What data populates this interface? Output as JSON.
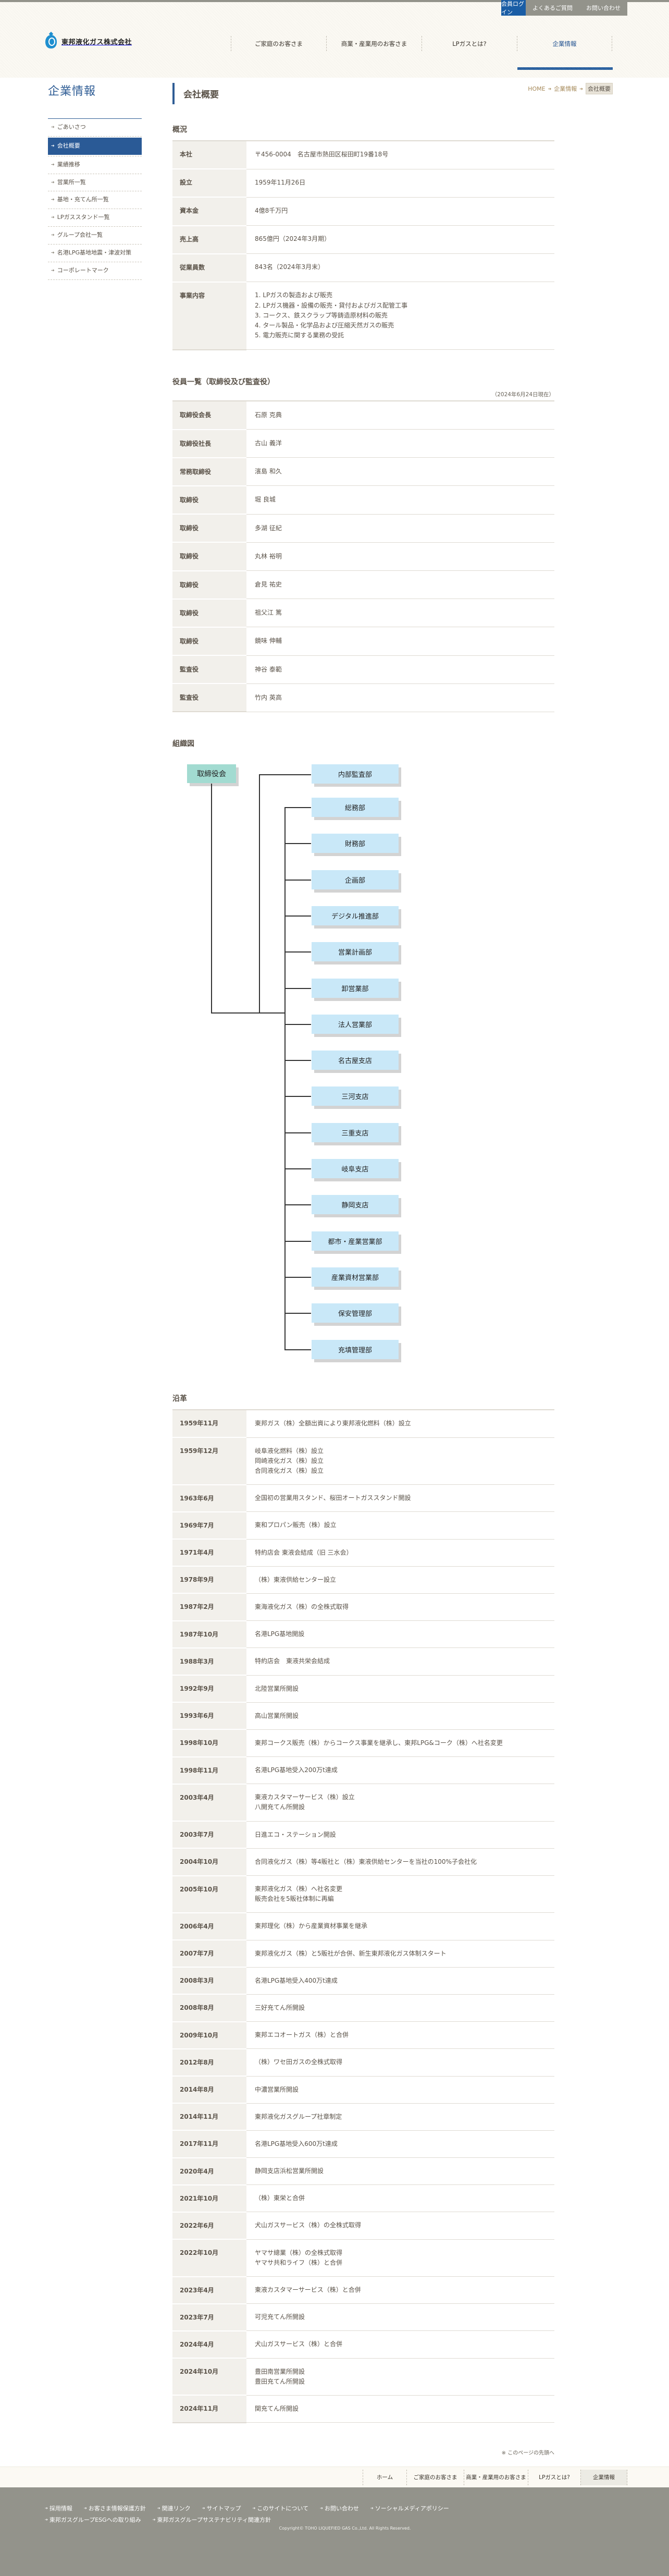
{
  "brand": {
    "name": "東邦液化ガス株式会社",
    "accent": "#2a5a96",
    "login_color": "#1a5da5"
  },
  "util_nav": {
    "login": "会員ログイン",
    "faq": "よくあるご質問",
    "contact": "お問い合わせ"
  },
  "global_nav": [
    "ご家庭のお客さま",
    "商業・産業用のお客さま",
    "LPガスとは?",
    "企業情報"
  ],
  "breadcrumb": {
    "home": "HOME",
    "section": "企業情報",
    "current": "会社概要"
  },
  "sidebar": {
    "title": "企業情報",
    "items": [
      {
        "label": "ごあいさつ",
        "active": false
      },
      {
        "label": "会社概要",
        "active": true
      },
      {
        "label": "業績推移",
        "active": false
      },
      {
        "label": "営業所一覧",
        "active": false
      },
      {
        "label": "基地・充てん所一覧",
        "active": false
      },
      {
        "label": "LPガススタンド一覧",
        "active": false
      },
      {
        "label": "グループ会社一覧",
        "active": false
      },
      {
        "label": "名港LPG基地地震・津波対策",
        "active": false
      },
      {
        "label": "コーポレートマーク",
        "active": false
      }
    ]
  },
  "main": {
    "title": "会社概要",
    "overview": {
      "heading": "概況",
      "rows": [
        {
          "label": "本社",
          "lines": [
            "〒456-0004　名古屋市熱田区桜田町19番18号"
          ]
        },
        {
          "label": "設立",
          "lines": [
            "1959年11月26日"
          ]
        },
        {
          "label": "資本金",
          "lines": [
            "4億8千万円"
          ]
        },
        {
          "label": "売上高",
          "lines": [
            "865億円（2024年3月期）"
          ]
        },
        {
          "label": "従業員数",
          "lines": [
            "843名（2024年3月末）"
          ]
        },
        {
          "label": "事業内容",
          "lines": [
            "1. LPガスの製造および販売",
            "2. LPガス機器・設備の販売・貸付およびガス配管工事",
            "3. コークス、鉄スクラップ等鋳造原材料の販売",
            "4. タール製品・化学品および圧縮天然ガスの販売",
            "5. 電力販売に関する業務の受託"
          ]
        }
      ]
    },
    "officers": {
      "heading": "役員一覧（取締役及び監査役）",
      "as_of": "（2024年6月24日現在）",
      "rows": [
        {
          "label": "取締役会長",
          "name": "石原 克典"
        },
        {
          "label": "取締役社長",
          "name": "古山 義洋"
        },
        {
          "label": "常務取締役",
          "name": "濱島 和久"
        },
        {
          "label": "取締役",
          "name": "堀 良城"
        },
        {
          "label": "取締役",
          "name": "多湖 征紀"
        },
        {
          "label": "取締役",
          "name": "丸林 裕明"
        },
        {
          "label": "取締役",
          "name": "倉見 祐史"
        },
        {
          "label": "取締役",
          "name": "祖父江 篤"
        },
        {
          "label": "取締役",
          "name": "鏡味 伸輔"
        },
        {
          "label": "監査役",
          "name": "神谷 泰範"
        },
        {
          "label": "監査役",
          "name": "竹内 英高"
        }
      ]
    },
    "org_chart": {
      "heading": "組織図",
      "root": "取締役会",
      "audit": "内部監査部",
      "departments": [
        "総務部",
        "財務部",
        "企画部",
        "デジタル推進部",
        "営業計画部",
        "卸営業部",
        "法人営業部",
        "名古屋支店",
        "三河支店",
        "三重支店",
        "岐阜支店",
        "静岡支店",
        "都市・産業営業部",
        "産業資材営業部",
        "保安管理部",
        "充填管理部"
      ]
    },
    "history": {
      "heading": "沿革",
      "rows": [
        {
          "date": "1959年11月",
          "lines": [
            "東邦ガス（株）全額出資により東邦液化燃料（株）設立"
          ]
        },
        {
          "date": "1959年12月",
          "lines": [
            "岐阜液化燃料（株）設立",
            "岡崎液化ガス（株）設立",
            "合同液化ガス（株）設立"
          ]
        },
        {
          "date": "1963年6月",
          "lines": [
            "全国初の営業用スタンド、桜田オートガススタンド開設"
          ]
        },
        {
          "date": "1969年7月",
          "lines": [
            "東和プロパン販売（株）設立"
          ]
        },
        {
          "date": "1971年4月",
          "lines": [
            "特約店会 東液会結成（旧 三水会）"
          ]
        },
        {
          "date": "1978年9月",
          "lines": [
            "（株）東液供給センター設立"
          ]
        },
        {
          "date": "1987年2月",
          "lines": [
            "東海液化ガス（株）の全株式取得"
          ]
        },
        {
          "date": "1987年10月",
          "lines": [
            "名港LPG基地開設"
          ]
        },
        {
          "date": "1988年3月",
          "lines": [
            "特約店会　東液共栄会結成"
          ]
        },
        {
          "date": "1992年9月",
          "lines": [
            "北陸営業所開設"
          ]
        },
        {
          "date": "1993年6月",
          "lines": [
            "高山営業所開設"
          ]
        },
        {
          "date": "1998年10月",
          "lines": [
            "東邦コークス販売（株）からコークス事業を継承し、東邦LPG&コーク（株）へ社名変更"
          ]
        },
        {
          "date": "1998年11月",
          "lines": [
            "名港LPG基地受入200万t達成"
          ]
        },
        {
          "date": "2003年4月",
          "lines": [
            "東液カスタマーサービス（株）設立",
            "八開充てん所開設"
          ]
        },
        {
          "date": "2003年7月",
          "lines": [
            "日進エコ・ステーション開設"
          ]
        },
        {
          "date": "2004年10月",
          "lines": [
            "合同液化ガス（株）等4販社と（株）東液供給センターを当社の100%子会社化"
          ]
        },
        {
          "date": "2005年10月",
          "lines": [
            "東邦液化ガス（株）へ社名変更",
            "販売会社を5販社体制に再編"
          ]
        },
        {
          "date": "2006年4月",
          "lines": [
            "東邦理化（株）から産業資材事業を継承"
          ]
        },
        {
          "date": "2007年7月",
          "lines": [
            "東邦液化ガス（株）と5販社が合併、新生東邦液化ガス体制スタート"
          ]
        },
        {
          "date": "2008年3月",
          "lines": [
            "名港LPG基地受入400万t達成"
          ]
        },
        {
          "date": "2008年8月",
          "lines": [
            "三好充てん所開設"
          ]
        },
        {
          "date": "2009年10月",
          "lines": [
            "東邦エコオートガス（株）と合併"
          ]
        },
        {
          "date": "2012年8月",
          "lines": [
            "（株）ワセ田ガスの全株式取得"
          ]
        },
        {
          "date": "2014年8月",
          "lines": [
            "中濃営業所開設"
          ]
        },
        {
          "date": "2014年11月",
          "lines": [
            "東邦液化ガスグループ社章制定"
          ]
        },
        {
          "date": "2017年11月",
          "lines": [
            "名港LPG基地受入600万t達成"
          ]
        },
        {
          "date": "2020年4月",
          "lines": [
            "静岡支店浜松営業所開設"
          ]
        },
        {
          "date": "2021年10月",
          "lines": [
            "（株）東栄と合併"
          ]
        },
        {
          "date": "2022年6月",
          "lines": [
            "犬山ガスサービス（株）の全株式取得"
          ]
        },
        {
          "date": "2022年10月",
          "lines": [
            "ヤマサ總業（株）の全株式取得",
            "ヤマサ共和ライフ（株）と合併"
          ]
        },
        {
          "date": "2023年4月",
          "lines": [
            "東液カスタマーサービス（株）と合併"
          ]
        },
        {
          "date": "2023年7月",
          "lines": [
            "可児充てん所開設"
          ]
        },
        {
          "date": "2024年4月",
          "lines": [
            "犬山ガスサービス（株）と合併"
          ]
        },
        {
          "date": "2024年10月",
          "lines": [
            "豊田南営業所開設",
            "豊田充てん所開設"
          ]
        },
        {
          "date": "2024年11月",
          "lines": [
            "関充てん所開設"
          ]
        }
      ]
    },
    "page_top": "※ このページの先頭へ"
  },
  "footer": {
    "nav": [
      "ホーム",
      "ご家庭のお客さま",
      "商業・産業用のお客さま",
      "LPガスとは?",
      "企業情報"
    ],
    "links": [
      "採用情報",
      "お客さま情報保護方針",
      "関連リンク",
      "サイトマップ",
      "このサイトについて",
      "お問い合わせ",
      "ソーシャルメディアポリシー",
      "東邦ガスグループESGへの取り組み",
      "東邦ガスグループサステナビリティ関連方針"
    ],
    "copyright": "Copyright© TOHO LIQUEFIED GAS Co.,Ltd. All Rights Reserved."
  }
}
